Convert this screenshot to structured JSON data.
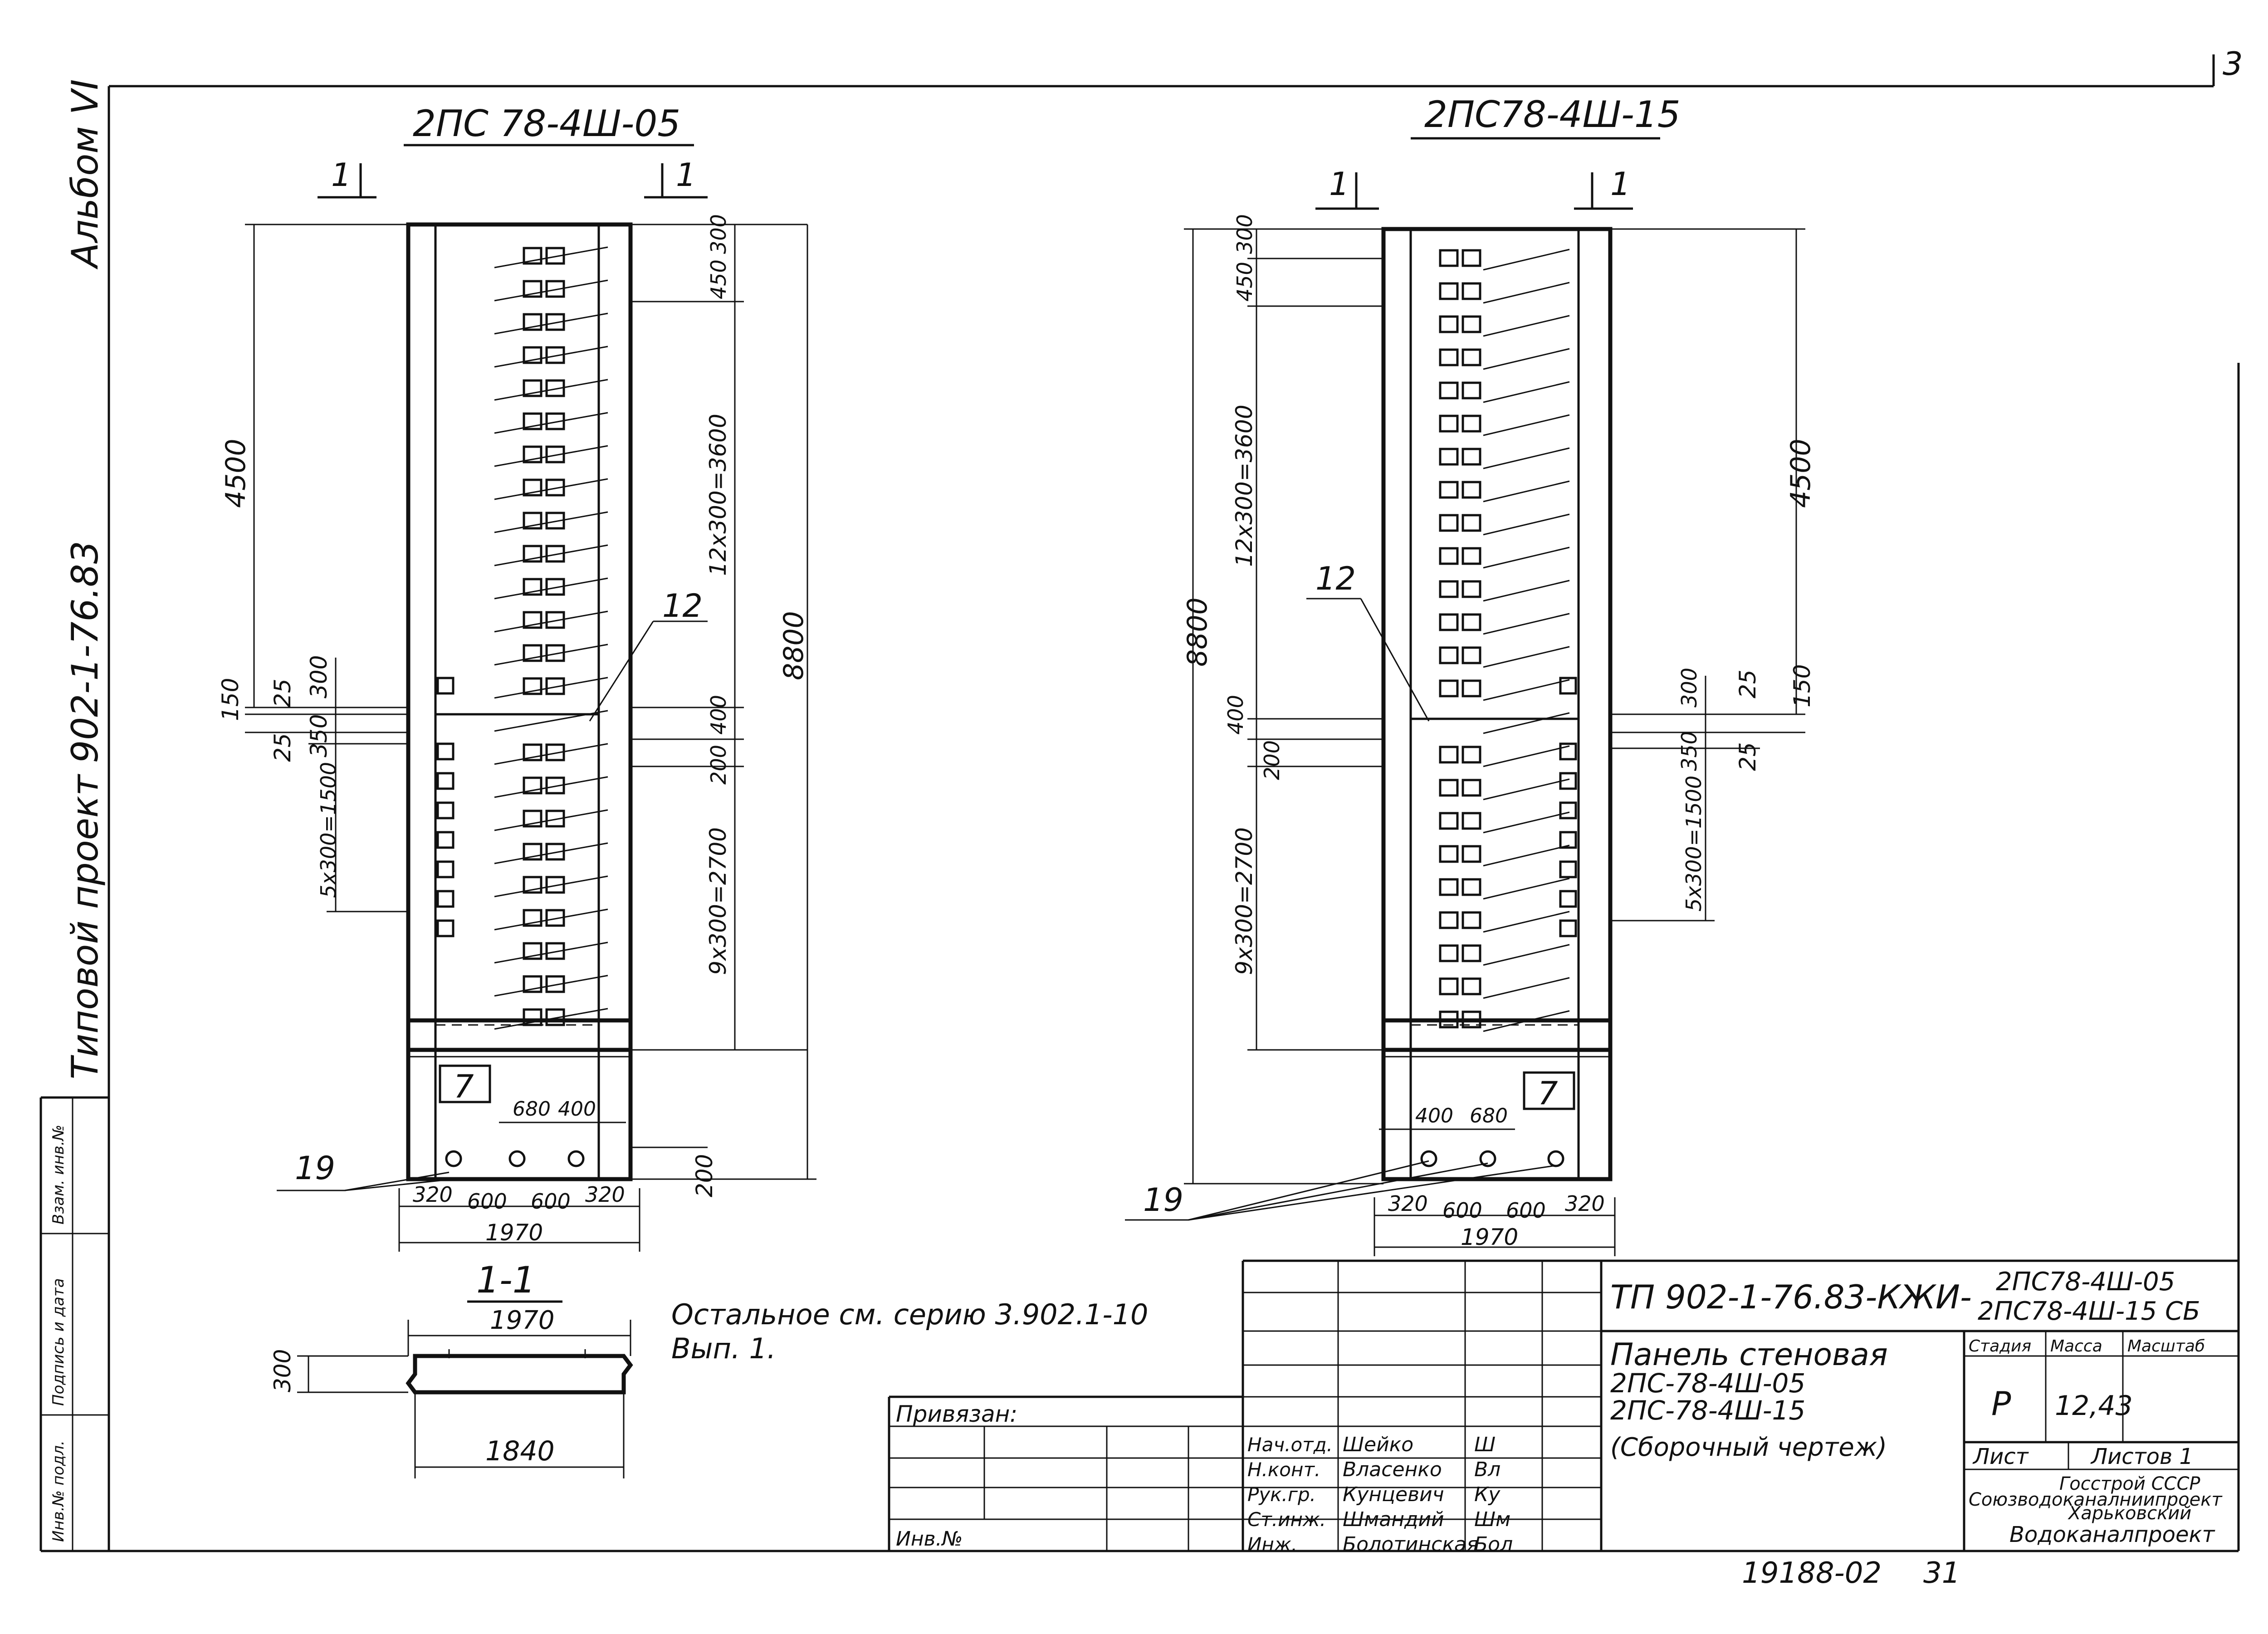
{
  "page_number": "3",
  "side_labels": {
    "album": "Альбом VI",
    "project": "Типовой проект 902-1-76.83"
  },
  "stamp_left": {
    "inv_orig": "Инв.№ подл.",
    "sign_date": "Подпись и дата",
    "inv_replace": "Взам. инв.№"
  },
  "panel_a": {
    "title": "2ПС 78-4Ш-05",
    "section_mark": "1",
    "dims": {
      "d4500": "4500",
      "d8800": "8800",
      "d300_top": "300",
      "d450": "450",
      "d12x300": "12х300=3600",
      "d9x300": "9х300=2700",
      "d400": "400",
      "d200_mid": "200",
      "d150": "150",
      "d25a": "25",
      "d25b": "25",
      "d300_side": "300",
      "d350": "350",
      "d5x300": "5х300=1500",
      "d200_bot": "200",
      "d680": "680",
      "d400_bot": "400",
      "b320a": "320",
      "b600a": "600",
      "b600b": "600",
      "b320b": "320",
      "b1970": "1970"
    },
    "callout_12": "12",
    "callout_7": "7",
    "callout_19": "19"
  },
  "panel_b": {
    "title": "2ПС78-4Ш-15",
    "section_mark": "1",
    "dims": {
      "d300_top": "300",
      "d450": "450",
      "d12x300": "12х300=3600",
      "d8800": "8800",
      "d4500": "4500",
      "d400": "400",
      "d200": "200",
      "d9x300": "9х300=2700",
      "d300_side": "300",
      "d25a": "25",
      "d150": "150",
      "d350": "350",
      "d25b": "25",
      "d5x300": "5х300=1500",
      "d400_bot": "400",
      "d680": "680",
      "b320a": "320",
      "b600a": "600",
      "b600b": "600",
      "b320b": "320",
      "b1970": "1970"
    },
    "callout_12": "12",
    "callout_7": "7",
    "callout_19": "19"
  },
  "section_11": {
    "title": "1-1",
    "d1970": "1970",
    "d300": "300",
    "d1840": "1840"
  },
  "note": {
    "line1": "Остальное см. серию 3.902.1-10",
    "line2": "Вып. 1."
  },
  "binding": {
    "label": "Привязан:",
    "inv": "Инв.№"
  },
  "signatures": [
    {
      "role": "Нач.отд.",
      "name": "Шейко",
      "sign": "Ш"
    },
    {
      "role": "Н.конт.",
      "name": "Власенко",
      "sign": "Вл"
    },
    {
      "role": "Рук.гр.",
      "name": "Кунцевич",
      "sign": "Ку"
    },
    {
      "role": "Ст.инж.",
      "name": "Шмандий",
      "sign": "Шм"
    },
    {
      "role": "Инж.",
      "name": "Болотинская",
      "sign": "Бол"
    }
  ],
  "title_block": {
    "code": "ТП 902-1-76.83-КЖИ-",
    "mark1": "2ПС78-4Ш-05",
    "mark2": "2ПС78-4Ш-15 СБ",
    "name1": "Панель стеновая",
    "name2": "2ПС-78-4Ш-05",
    "name3": "2ПС-78-4Ш-15",
    "name4": "(Сборочный чертеж)",
    "h_stage": "Стадия",
    "h_mass": "Масса",
    "h_scale": "Масштаб",
    "stage": "Р",
    "mass": "12,43",
    "sheet": "Лист",
    "sheets": "Листов 1",
    "org1": "Госстрой СССР",
    "org2": "Союзводоканалниипроект",
    "org3": "Харьковский",
    "org4": "Водоканалпроект"
  },
  "bottom_number": "19188-02",
  "bottom_page": "31"
}
